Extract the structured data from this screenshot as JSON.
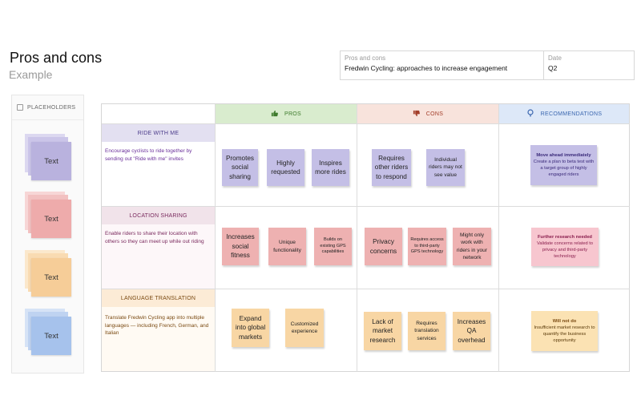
{
  "header": {
    "title": "Pros and cons",
    "subtitle": "Example",
    "meta": {
      "title_label": "Pros and cons",
      "title_value": "Fredwin Cycling: approaches to increase engagement",
      "date_label": "Date",
      "date_value": "Q2"
    }
  },
  "placeholders": {
    "heading": "PLACEHOLDERS",
    "cards": [
      {
        "text": "Text",
        "color": "#b9b2de"
      },
      {
        "text": "Text",
        "color": "#eeabab"
      },
      {
        "text": "Text",
        "color": "#f6cd98"
      },
      {
        "text": "Text",
        "color": "#a6c2ec"
      }
    ]
  },
  "columns": {
    "pros": {
      "label": "PROS",
      "icon": "thumbs-up-icon",
      "bg": "#d9ecce",
      "color": "#3d7a2c"
    },
    "cons": {
      "label": "CONS",
      "icon": "thumbs-down-icon",
      "bg": "#f8e3dc",
      "color": "#a33e2a"
    },
    "recommendations": {
      "label": "RECOMMENDATIONS",
      "icon": "lightbulb-icon",
      "bg": "#dde8f8",
      "color": "#3b67b0"
    }
  },
  "rows": [
    {
      "label": "RIDE WITH ME",
      "description": "Encourage cyclists to ride together by sending out \"Ride with me\" invites",
      "text_color": "#6a2f9a",
      "pros": [
        "Promotes social sharing",
        "Highly requested",
        "Inspires more rides"
      ],
      "cons": [
        "Requires other riders to respond",
        "Individual riders may not see value"
      ],
      "recommendation": {
        "title": "Move ahead immediately",
        "text": "Create a plan to beta test with a target group of highly engaged riders"
      }
    },
    {
      "label": "LOCATION SHARING",
      "description": "Enable riders to share their location with others so they can meet up while out riding",
      "text_color": "#7a2a5e",
      "pros": [
        "Increases social fitness",
        "Unique functionality",
        "Builds on existing GPS capabilities"
      ],
      "cons": [
        "Privacy concerns",
        "Requires access to third-party GPS technology",
        "Might only work with riders in your network"
      ],
      "recommendation": {
        "title": "Further research needed",
        "text": "Validate concerns related to privacy and third-party technology"
      }
    },
    {
      "label": "LANGUAGE TRANSLATION",
      "description": "Translate Fredwin Cycling app into multiple languages — including French, German, and Italian",
      "text_color": "#7a4a12",
      "pros": [
        "Expand into global markets",
        "Customized experience"
      ],
      "cons": [
        "Lack of market research",
        "Requires translation services",
        "Increases QA overhead"
      ],
      "recommendation": {
        "title": "Will not do",
        "text": "Insufficient market research to quantify the business opportunity"
      }
    }
  ]
}
